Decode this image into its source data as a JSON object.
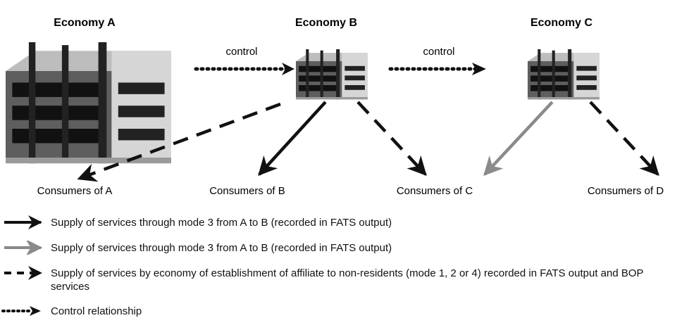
{
  "economies": [
    {
      "id": "A",
      "title": "Economy A"
    },
    {
      "id": "B",
      "title": "Economy B"
    },
    {
      "id": "C",
      "title": "Economy C"
    }
  ],
  "control_label": "control",
  "consumers": [
    {
      "id": "A",
      "label": "Consumers of A"
    },
    {
      "id": "B",
      "label": "Consumers of B"
    },
    {
      "id": "C",
      "label": "Consumers of C"
    },
    {
      "id": "D",
      "label": "Consumers of D"
    }
  ],
  "edges": [
    {
      "from": "Economy A",
      "to": "Economy B",
      "style": "dotted",
      "label": "control"
    },
    {
      "from": "Economy B",
      "to": "Economy C",
      "style": "dotted",
      "label": "control"
    },
    {
      "from": "Economy B",
      "to": "Consumers of A",
      "style": "dashed"
    },
    {
      "from": "Economy B",
      "to": "Consumers of B",
      "style": "solid-black"
    },
    {
      "from": "Economy B",
      "to": "Consumers of C",
      "style": "dashed"
    },
    {
      "from": "Economy C",
      "to": "Consumers of C",
      "style": "solid-grey"
    },
    {
      "from": "Economy C",
      "to": "Consumers of D",
      "style": "dashed"
    }
  ],
  "colors": {
    "black": "#111111",
    "grey": "#8a8a8a"
  },
  "legend": [
    {
      "style": "solid-black",
      "text": "Supply of services through mode 3 from A to B (recorded in FATS output)"
    },
    {
      "style": "solid-grey",
      "text": "Supply of services through mode 3 from A to B (recorded in FATS output)"
    },
    {
      "style": "dashed",
      "text": "Supply of services by economy of establishment of affiliate to non-residents (mode 1, 2 or 4) recorded in FATS output and BOP services"
    },
    {
      "style": "dotted",
      "text": "Control relationship"
    }
  ]
}
